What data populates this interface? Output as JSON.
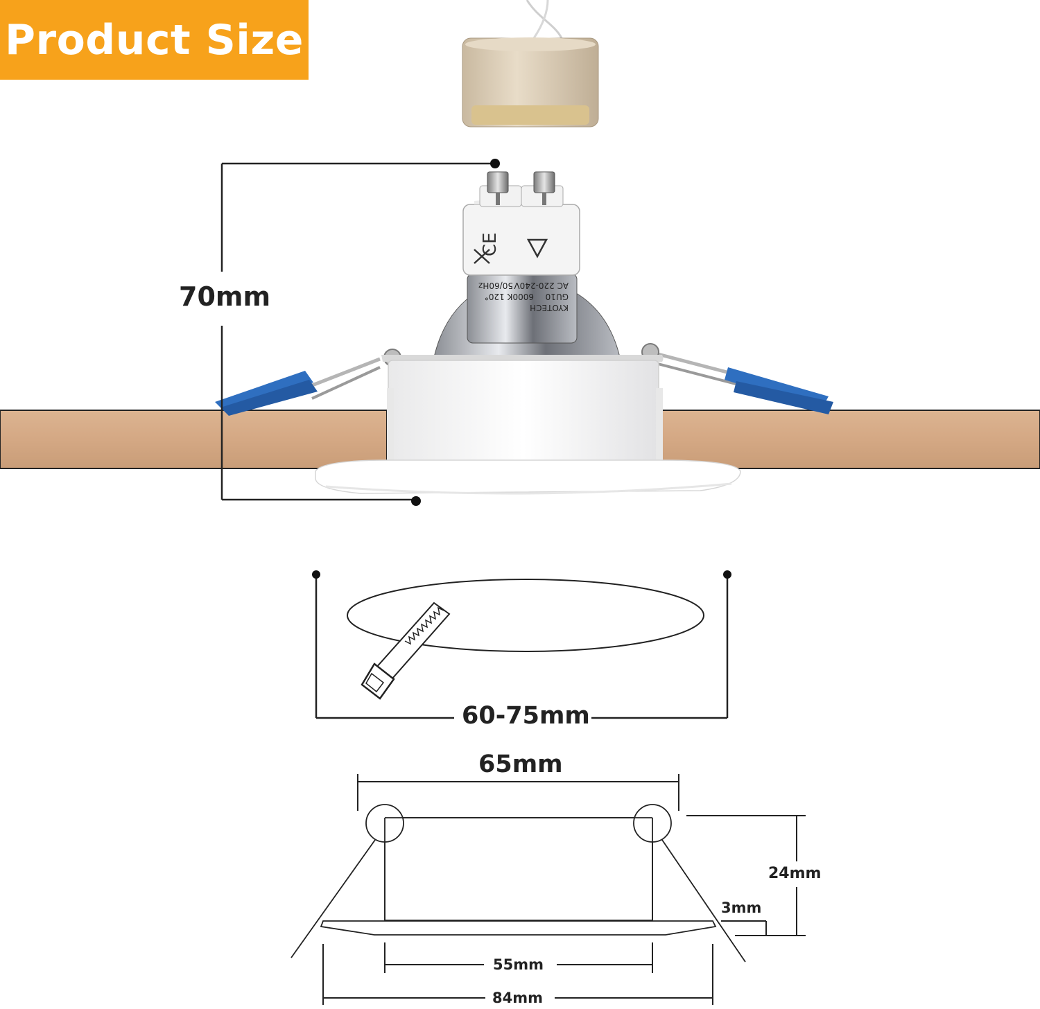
{
  "badge": {
    "title": "Product Size",
    "color": "#f7a21b"
  },
  "colors": {
    "wood": "#d8ae8a",
    "clip": "#2f6fc0",
    "line": "#222222",
    "housing": "#ffffff"
  },
  "installed_view": {
    "height_label": "70mm",
    "lamp_marks": [
      "KYOTECH",
      "GU10",
      "AC 220-240V",
      "6000K 120°",
      "50/60Hz"
    ]
  },
  "cutout_view": {
    "cutout_label": "60-75mm",
    "icon": "saw-icon"
  },
  "side_profile": {
    "top_width_label": "65mm",
    "height_label": "24mm",
    "rim_thickness_label": "3mm",
    "inner_width_label": "55mm",
    "outer_width_label": "84mm"
  }
}
